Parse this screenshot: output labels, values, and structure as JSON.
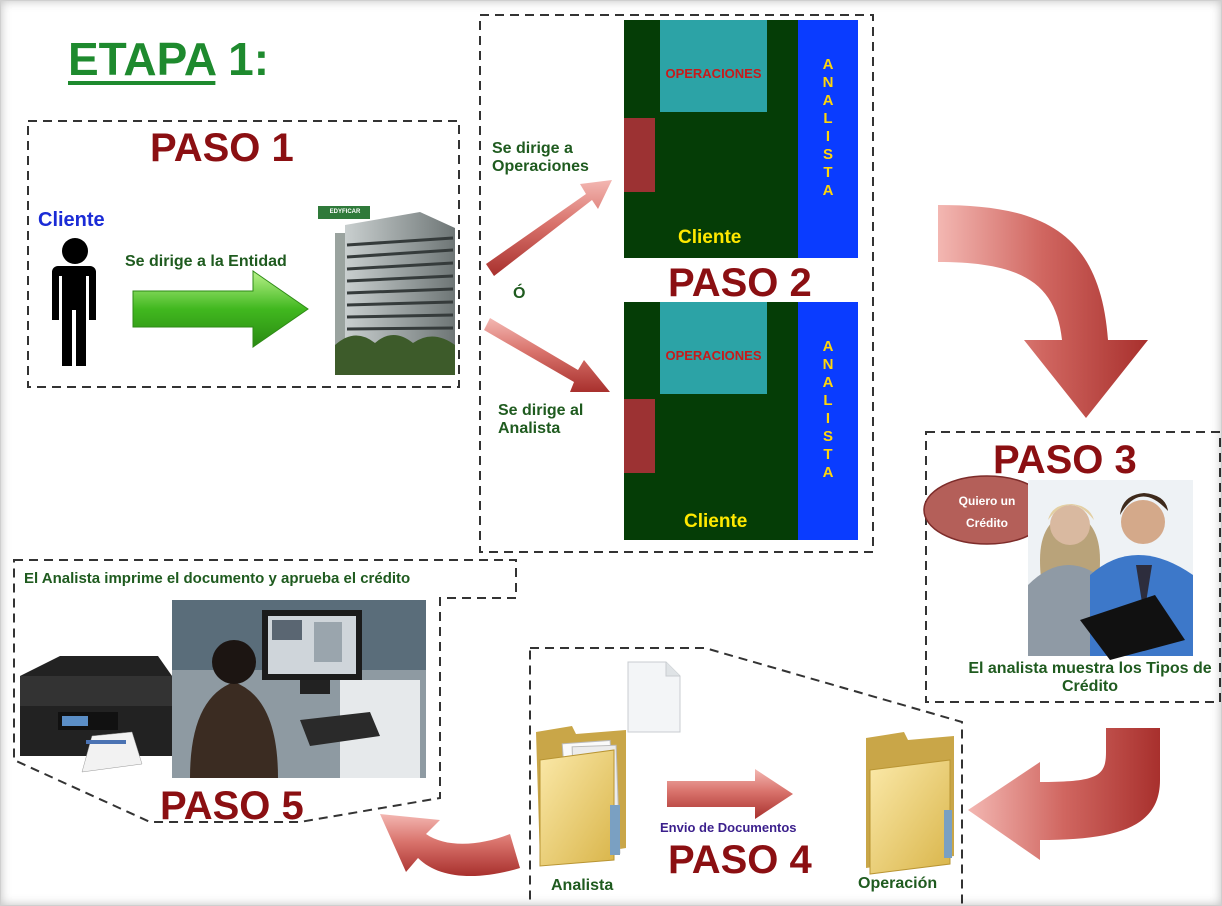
{
  "title_prefix": "ETAPA",
  "title_suffix": " 1:",
  "paso1": {
    "title": "PASO 1",
    "cliente": "Cliente",
    "action": "Se dirige a la Entidad",
    "building_sign": "EDYFICAR"
  },
  "choice": {
    "top_label": "Se dirige a Operaciones",
    "or": "Ó",
    "bottom_label": "Se dirige al Analista"
  },
  "paso2": {
    "title": "PASO 2",
    "operaciones": "OPERACIONES",
    "analista_letters": [
      "A",
      "N",
      "A",
      "L",
      "I",
      "S",
      "T",
      "A"
    ],
    "cliente": "Cliente"
  },
  "paso3": {
    "title": "PASO 3",
    "bubble": "Quiero un Crédito",
    "caption": "El analista muestra los Tipos de Crédito"
  },
  "paso4": {
    "title": "PASO 4",
    "envio": "Envio de Documentos",
    "analista": "Analista",
    "operacion": "Operación"
  },
  "paso5": {
    "title": "PASO 5",
    "caption": "El Analista imprime el documento y aprueba el crédito"
  },
  "colors": {
    "green_title": "#1e8a2e",
    "dark_red": "#8b0f12",
    "room_green": "#053d06",
    "analista_blue": "#0a3cff",
    "operaciones_teal": "#2ca3a6"
  }
}
